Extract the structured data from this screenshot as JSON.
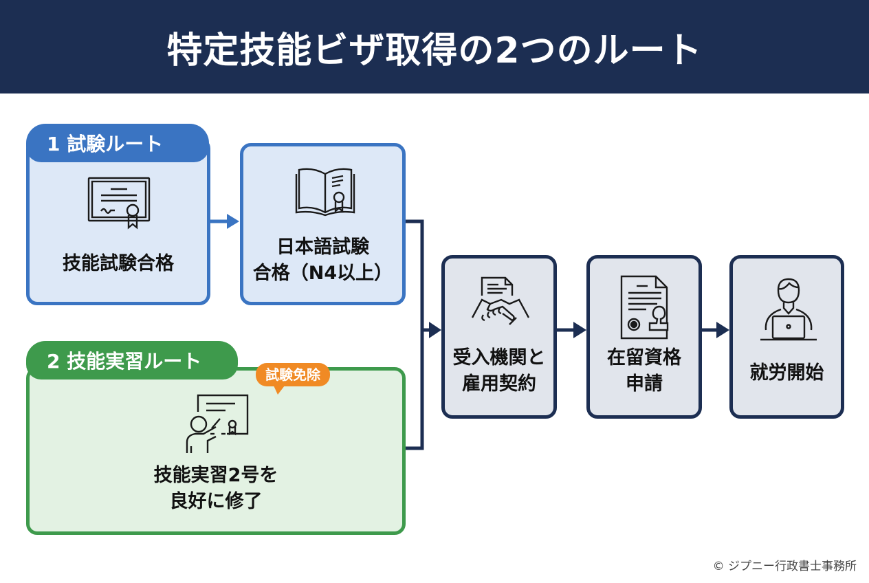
{
  "header": {
    "title": "特定技能ビザ取得の2つのルート"
  },
  "routes": [
    {
      "tab_label": "1 試験ルート",
      "color": "#3a74c2",
      "steps": [
        {
          "label_lines": [
            "技能試験合格"
          ],
          "icon": "certificate-icon"
        },
        {
          "label_lines": [
            "日本語試験",
            "合格（N4以上）"
          ],
          "icon": "open-book-icon"
        }
      ]
    },
    {
      "tab_label": "2 技能実習ルート",
      "color": "#3e9a4c",
      "badge": "試験免除",
      "steps": [
        {
          "label_lines": [
            "技能実習2号を",
            "良好に修了"
          ],
          "icon": "teacher-board-icon"
        }
      ]
    }
  ],
  "common_steps": [
    {
      "label_lines": [
        "受入機関と",
        "雇用契約"
      ],
      "icon": "handshake-contract-icon"
    },
    {
      "label_lines": [
        "在留資格",
        "申請"
      ],
      "icon": "document-stamp-icon"
    },
    {
      "label_lines": [
        "就労開始"
      ],
      "icon": "worker-laptop-icon"
    }
  ],
  "colors": {
    "header_bg": "#1c2e52",
    "route1": "#3a74c2",
    "route2": "#3e9a4c",
    "common": "#1c2e52",
    "badge": "#f08a24"
  },
  "footer": {
    "copyright": "© ジプニー行政書士事務所"
  }
}
